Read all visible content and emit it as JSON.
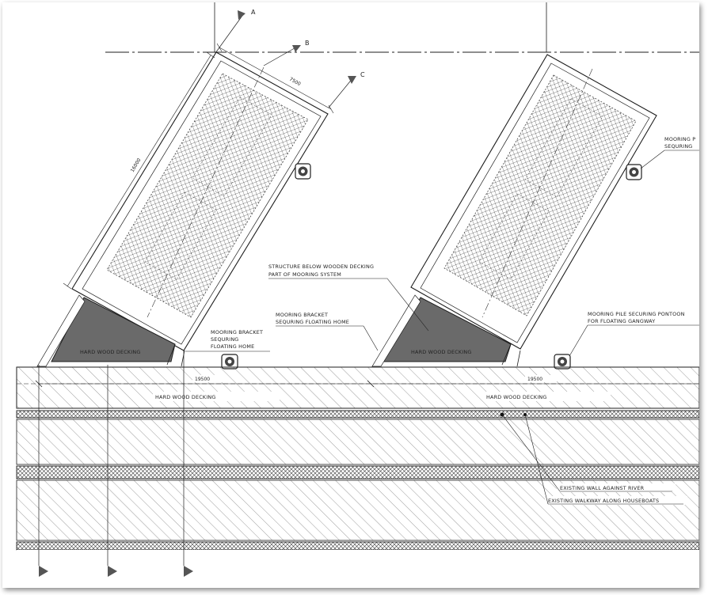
{
  "section_markers": {
    "a": "A",
    "b": "B",
    "c": "C"
  },
  "dimensions": {
    "width": "7500",
    "length": "16000",
    "run_left": "19500",
    "run_right": "19500"
  },
  "labels": {
    "hard_wood_decking": "HARD WOOD DECKING",
    "mooring_bracket_left": [
      "MOORING BRACKET",
      "SEQURING",
      "FLOATING HOME"
    ],
    "mooring_bracket_center": [
      "MOORING BRACKET",
      "SEQURING FLOATING HOME"
    ],
    "structure_below": [
      "STRUCTURE BELOW WOODEN DECKING",
      "PART OF MOORING SYSTEM"
    ],
    "mooring_pile_right": [
      "MOORING PILE SECURING PONTOON",
      "FOR FLOATING GANGWAY"
    ],
    "mooring_pile_edge": [
      "MOORING P",
      "SEQURING"
    ],
    "existing_wall": "EXISTING WALL AGAINST RIVER",
    "existing_walkway": "EXISTING WALKWAY ALONG HOUSEBOATS"
  },
  "colors": {
    "line": "#1e1e1e",
    "grid": "#3a3a3a",
    "triangle_fill": "#6a6a6a",
    "hatch": "#555555"
  },
  "icons": [
    "section-arrow-icon",
    "mooring-pile-icon"
  ]
}
